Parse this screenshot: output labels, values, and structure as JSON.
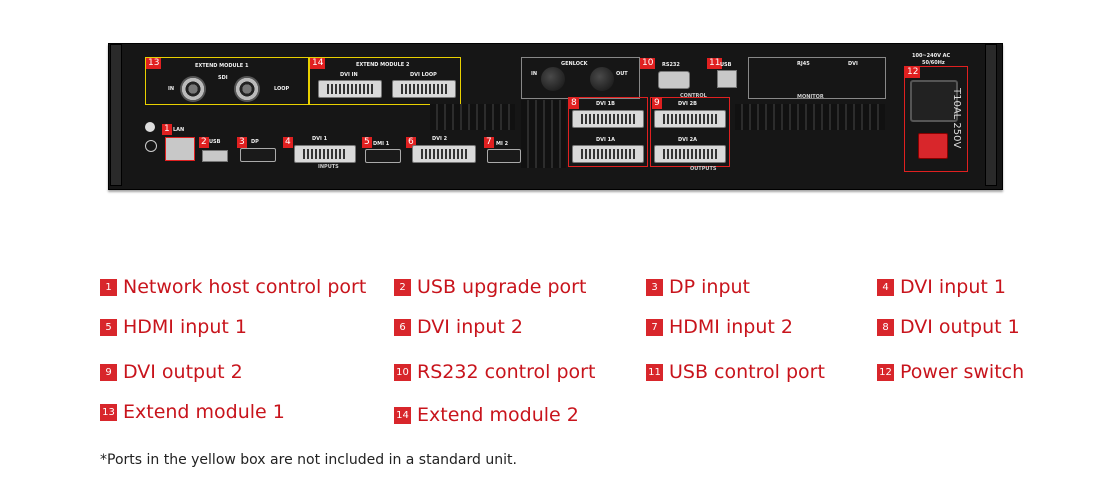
{
  "device": {
    "module1": {
      "title": "EXTEND MODULE 1",
      "in": "IN",
      "sdi": "SDI",
      "loop": "LOOP"
    },
    "module2": {
      "title": "EXTEND MODULE 2",
      "dvi_in": "DVI IN",
      "dvi_loop": "DVI LOOP"
    },
    "genlock": {
      "title": "GENLOCK",
      "in": "IN",
      "out": "OUT"
    },
    "control": "CONTROL",
    "rs232": "RS232",
    "usb_ctrl": "USB",
    "monitor": {
      "title": "MONITOR",
      "rj45": "RJ45",
      "dvi": "DVI"
    },
    "power": {
      "voltage": "100~240V  AC",
      "freq": "50/60Hz",
      "fuse": "T10AL 250V"
    },
    "inputs": {
      "title": "INPUTS",
      "lan": "LAN",
      "usb": "USB",
      "dp": "DP",
      "dvi1": "DVI 1",
      "hdmi1": "DMI 1",
      "dvi2": "DVI 2",
      "hdmi2": "MI 2"
    },
    "outputs": {
      "title": "OUTPUTS",
      "dvi1b": "DVI 1B",
      "dvi1a": "DVI 1A",
      "dvi2b": "DVI 2B",
      "dvi2a": "DVI 2A"
    },
    "markers": [
      "1",
      "2",
      "3",
      "4",
      "5",
      "6",
      "7",
      "8",
      "9",
      "10",
      "11",
      "12",
      "13",
      "14"
    ]
  },
  "legend": [
    {
      "num": "1",
      "text": "Network host control port"
    },
    {
      "num": "2",
      "text": "USB upgrade port"
    },
    {
      "num": "3",
      "text": "DP input"
    },
    {
      "num": "4",
      "text": "DVI input 1"
    },
    {
      "num": "5",
      "text": "HDMI input 1"
    },
    {
      "num": "6",
      "text": "DVI input 2"
    },
    {
      "num": "7",
      "text": "HDMI input 2"
    },
    {
      "num": "8",
      "text": "DVI output 1"
    },
    {
      "num": "9",
      "text": "DVI output 2"
    },
    {
      "num": "10",
      "text": "RS232 control port"
    },
    {
      "num": "11",
      "text": "USB control port"
    },
    {
      "num": "12",
      "text": "Power switch"
    },
    {
      "num": "13",
      "text": "Extend module 1"
    },
    {
      "num": "14",
      "text": "Extend module 2"
    }
  ],
  "footnote": "*Ports in the yellow box are not included in a standard unit.",
  "colors": {
    "accent": "#d8262b",
    "legend_text": "#c8141c",
    "highlight": "#e8d000"
  }
}
